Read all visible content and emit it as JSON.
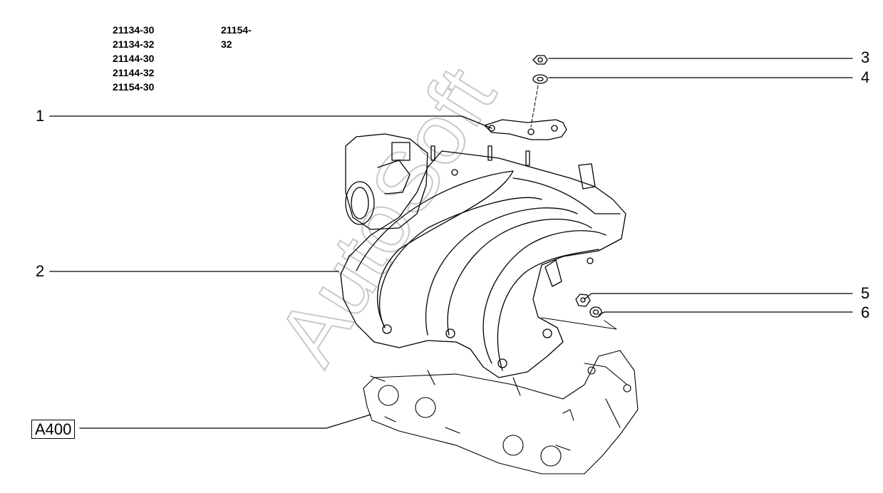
{
  "models": {
    "col1": [
      "21134-30",
      "21134-32",
      "21144-30",
      "21144-32",
      "21154-30"
    ],
    "col2": [
      "21154-32"
    ]
  },
  "callouts": [
    "1",
    "2",
    "3",
    "4",
    "5",
    "6"
  ],
  "reference": "A400",
  "watermark": "AutoSoft",
  "colors": {
    "line": "#000000",
    "watermark": "#c8c8c8",
    "background": "#ffffff"
  }
}
